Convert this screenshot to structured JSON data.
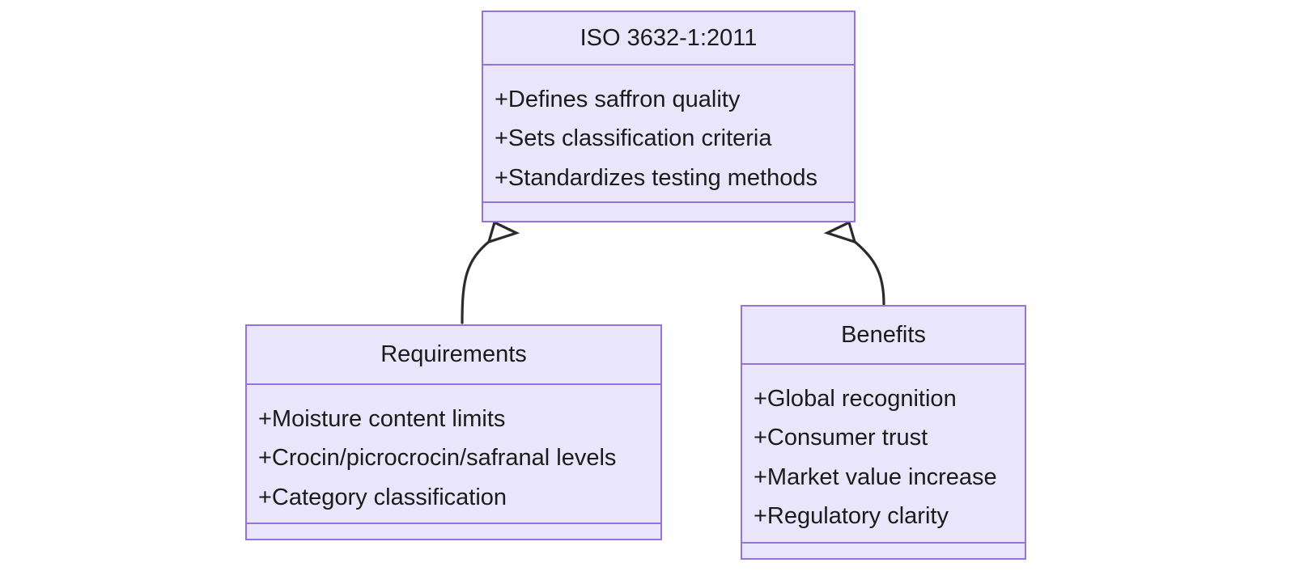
{
  "diagram": {
    "type": "uml-class-diagram",
    "background_color": "#ffffff",
    "box_fill_color": "#e9e6fb",
    "box_border_color": "#9673dc",
    "edge_color": "#2b2b2b",
    "text_color": "#1b1b1b"
  },
  "classes": {
    "iso": {
      "title": "ISO 3632-1:2011",
      "attributes": [
        "+Defines saffron quality",
        "+Sets classification criteria",
        "+Standardizes testing methods"
      ],
      "methods": []
    },
    "requirements": {
      "title": "Requirements",
      "attributes": [
        "+Moisture content limits",
        "+Crocin/picrocrocin/safranal levels",
        "+Category classification"
      ],
      "methods": []
    },
    "benefits": {
      "title": "Benefits",
      "attributes": [
        "+Global recognition",
        "+Consumer trust",
        "+Market value increase",
        "+Regulatory clarity"
      ],
      "methods": []
    }
  },
  "relationships": [
    {
      "name": "requirements-to-iso",
      "from": "requirements",
      "to": "iso",
      "kind": "generalization",
      "arrowhead": "hollow-triangle",
      "label": ""
    },
    {
      "name": "benefits-to-iso",
      "from": "benefits",
      "to": "iso",
      "kind": "generalization",
      "arrowhead": "hollow-triangle",
      "label": ""
    }
  ]
}
